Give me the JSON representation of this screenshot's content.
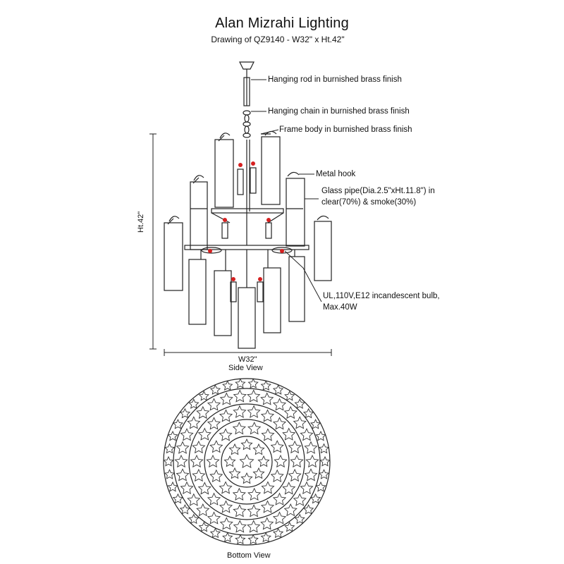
{
  "header": {
    "brand": "Alan Mizrahi Lighting",
    "drawing": "Drawing of QZ9140 - W32\" x Ht.42\""
  },
  "callouts": {
    "rod": "Hanging rod in burnished brass finish",
    "chain": "Hanging chain in burnished brass finish",
    "frame": "Frame body in burnished brass finish",
    "hook": "Metal hook",
    "glass_line1": "Glass pipe(Dia.2.5\"xHt.11.8\") in",
    "glass_line2": "clear(70%) & smoke(30%)",
    "bulb_line1": "UL,110V,E12 incandescent bulb,",
    "bulb_line2": "Max.40W"
  },
  "dimensions": {
    "height": "Ht.42\"",
    "width": "W32\""
  },
  "views": {
    "side": "Side View",
    "bottom": "Bottom View"
  },
  "colors": {
    "line": "#222222",
    "accent": "#d62020"
  }
}
